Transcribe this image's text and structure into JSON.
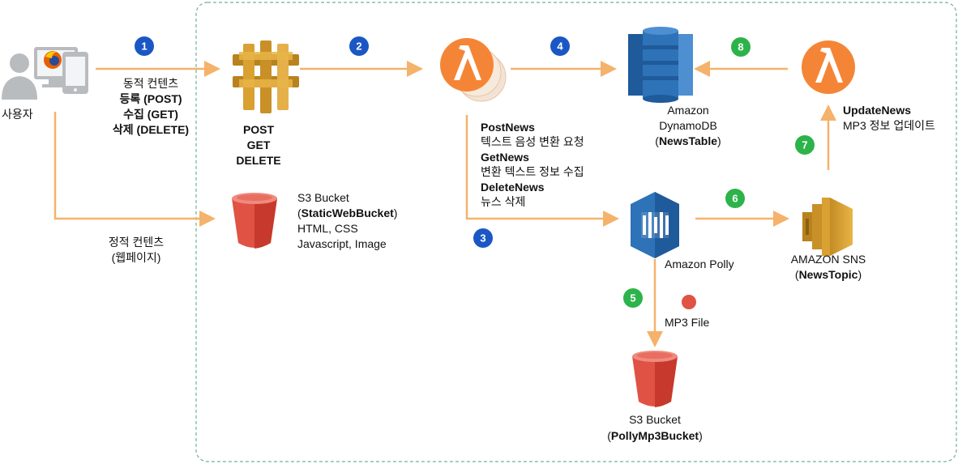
{
  "user": {
    "label": "사용자"
  },
  "arrows": {
    "dynamic": {
      "line1": "동적 컨텐츠",
      "line2": "등록 (POST)",
      "line3": "수집 (GET)",
      "line4": "삭제 (DELETE)"
    },
    "static": {
      "line1": "정적 컨텐츠",
      "line2": "(웹페이지)"
    },
    "mp3_file": "MP3 File"
  },
  "steps": [
    "1",
    "2",
    "3",
    "4",
    "5",
    "6",
    "7",
    "8"
  ],
  "api_gateway": {
    "line1": "POST",
    "line2": "GET",
    "line3": "DELETE"
  },
  "lambda_functions": {
    "post_name": "PostNews",
    "post_desc": "텍스트 음성 변환 요청",
    "get_name": "GetNews",
    "get_desc": "변환 텍스트 정보 수집",
    "delete_name": "DeleteNews",
    "delete_desc": "뉴스 삭제"
  },
  "dynamodb": {
    "line1": "Amazon",
    "line2": "DynamoDB",
    "open": "(",
    "name": "NewsTable",
    "close": ")"
  },
  "update_lambda": {
    "name": "UpdateNews",
    "desc": "MP3 정보 업데이트"
  },
  "s3_web": {
    "line1": "S3 Bucket",
    "open": "(",
    "name": "StaticWebBucket",
    "close": ")",
    "line3": "HTML, CSS",
    "line4": "Javascript, Image"
  },
  "polly": {
    "label": "Amazon Polly"
  },
  "sns": {
    "line1": "AMAZON SNS",
    "open": "(",
    "name": "NewsTopic",
    "close": ")"
  },
  "s3_mp3": {
    "line1": "S3 Bucket",
    "open": "(",
    "name": "PollyMp3Bucket",
    "close": ")"
  },
  "colors": {
    "arrow": "#F5B26B",
    "border": "#6BB594",
    "step_blue": "#1B57C4",
    "step_green": "#2CB34A",
    "lambda": "#F58536",
    "s3": "#E05243",
    "dynamodb": "#2E73B8",
    "polly": "#2E73B8",
    "sns": "#D9A032",
    "apigw": "#D9A032"
  }
}
